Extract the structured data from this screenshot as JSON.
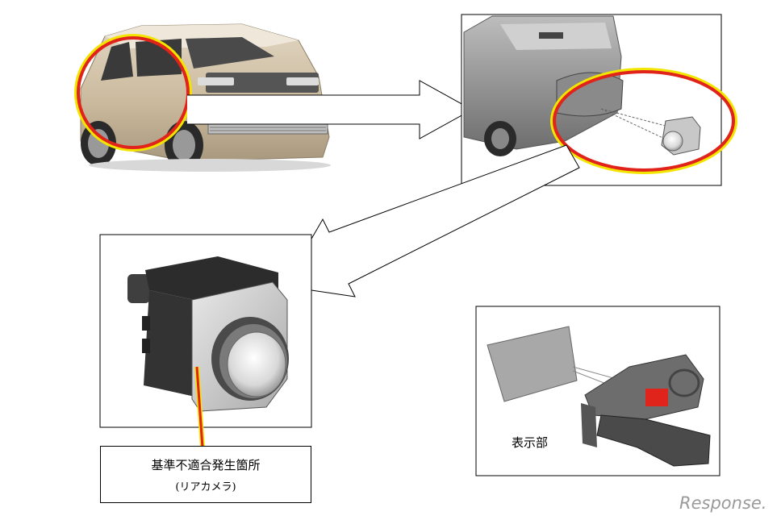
{
  "labels": {
    "defect_location": "基準不適合発生箇所",
    "defect_location_sub": "(リアカメラ)",
    "display_unit": "表示部"
  },
  "watermark": "Response.",
  "colors": {
    "highlight_red": "#e0231b",
    "highlight_yellow": "#f2e600",
    "car_body": "#c8b79a",
    "gray_model": "#8a8a8a"
  }
}
